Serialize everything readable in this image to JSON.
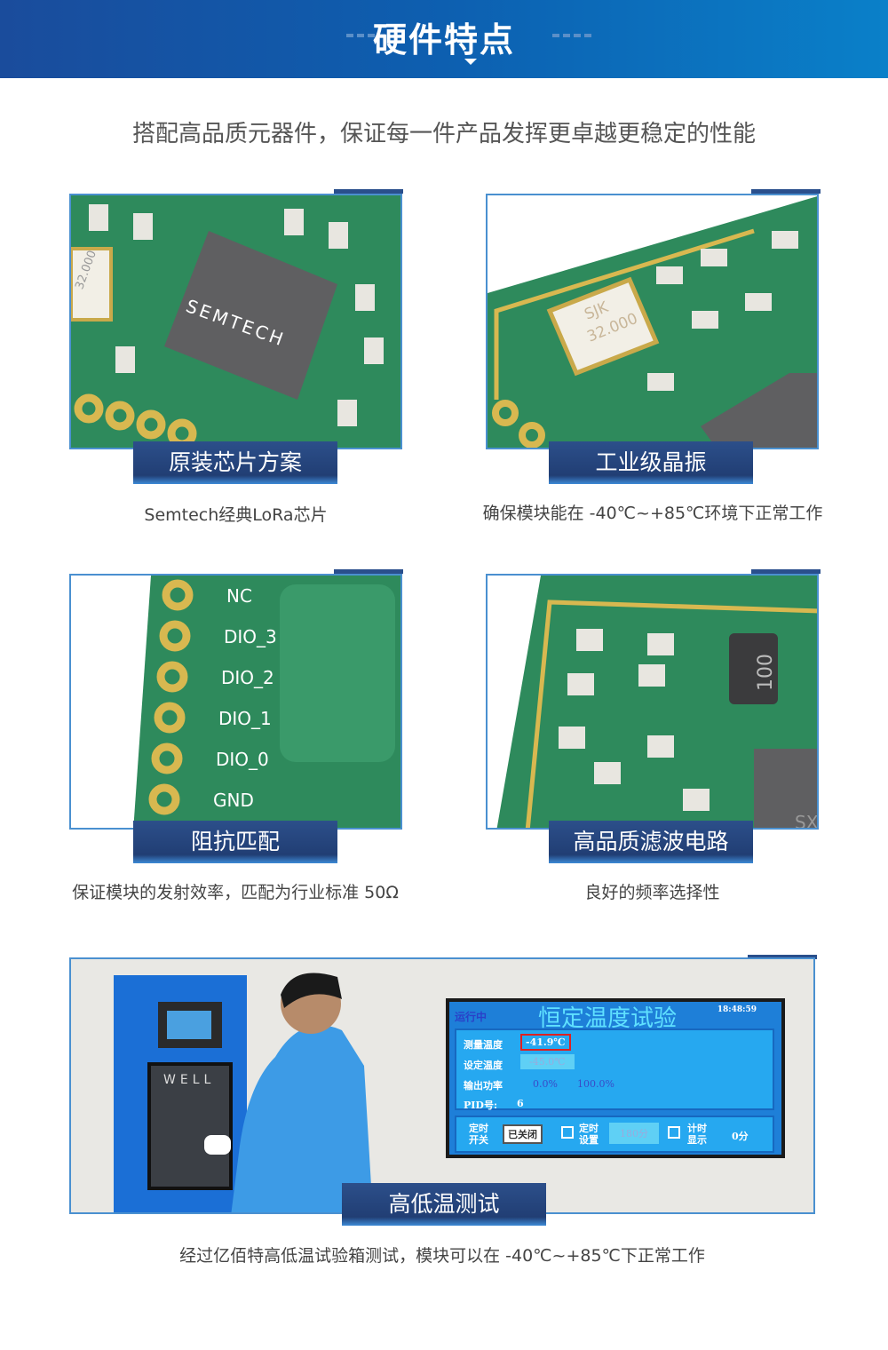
{
  "header": {
    "title": "硬件特点"
  },
  "subtitle": "搭配高品质元器件，保证每一件产品发挥更卓越更稳定的性能",
  "features": [
    {
      "title": "原装芯片方案",
      "desc": "Semtech经典LoRa芯片",
      "image_text": [
        "SEMTECH",
        "32.000"
      ]
    },
    {
      "title": "工业级晶振",
      "desc": "确保模块能在 -40℃~+85℃环境下正常工作",
      "image_text": [
        "SJK",
        "32.000"
      ]
    },
    {
      "title": "阻抗匹配",
      "desc": "保证模块的发射效率，匹配为行业标准 50Ω",
      "image_text": [
        "NC",
        "DIO_3",
        "DIO_2",
        "DIO_1",
        "DIO_0",
        "GND"
      ]
    },
    {
      "title": "高品质滤波电路",
      "desc": "良好的频率选择性",
      "image_text": [
        "100",
        "SX"
      ]
    }
  ],
  "test": {
    "title": "高低温测试",
    "desc": "经过亿佰特高低温试验箱测试，模块可以在 -40℃~+85℃下正常工作",
    "chamber_label": "WELL",
    "screen": {
      "status": "运行中",
      "title": "恒定温度试验",
      "time": "18:48:59",
      "measured_label": "测量温度",
      "measured": "-41.9℃",
      "set_label": "设定温度",
      "set": "-45.0℃",
      "power_label": "输出功率",
      "power_min": "0.0%",
      "power_max": "100.0%",
      "pid_label": "PID号:",
      "pid": "6",
      "timer_switch_label": "定时开关",
      "timer_switch": "已关闭",
      "timer_set_label": "定时设置",
      "timer_set": "180分",
      "timer_show_label": "计时显示",
      "timer_show": "0分"
    }
  },
  "colors": {
    "header": "#0d5fb0",
    "caption": "#213e74",
    "pcb": "#2f8a5e",
    "screen": "#1e9be8"
  }
}
